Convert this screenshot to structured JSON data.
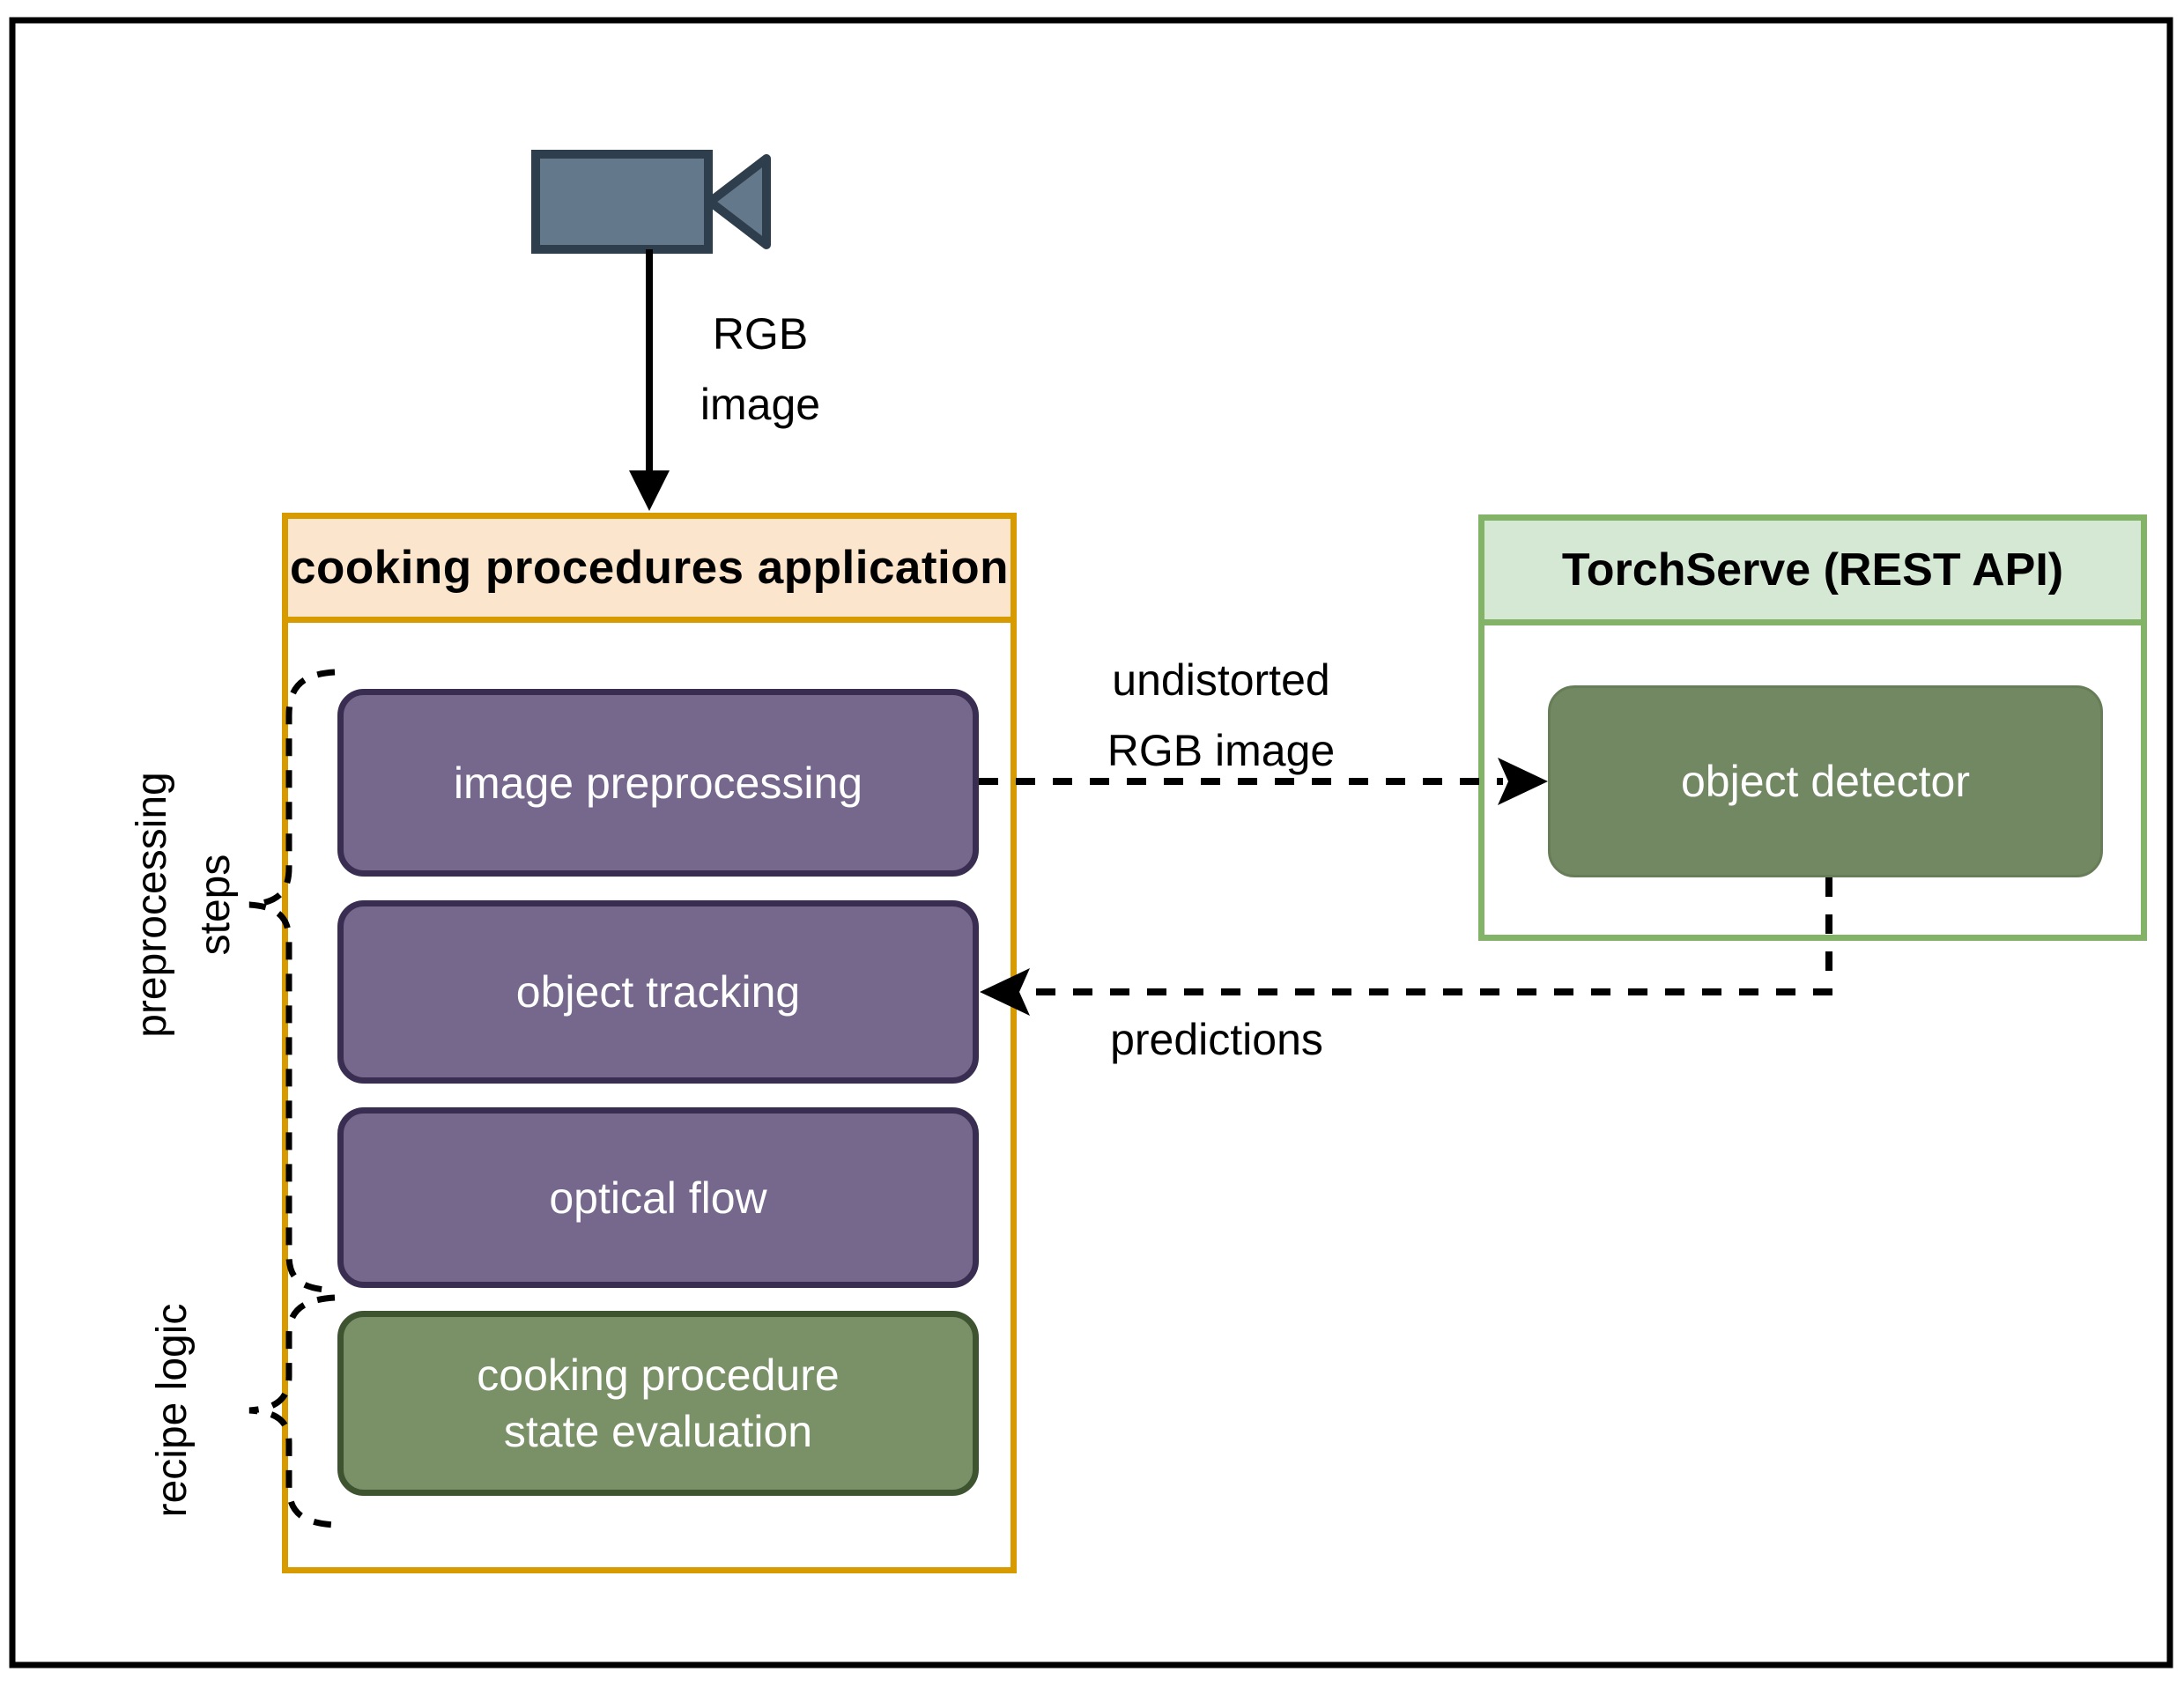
{
  "colors": {
    "app_border": "#D79B00",
    "app_header_fill": "#FCE5CD",
    "purple_fill": "#75688C",
    "purple_stroke": "#3A2D52",
    "sage_fill": "#7A9168",
    "sage_stroke": "#3E5431",
    "detector_fill": "#728862",
    "detector_stroke": "#677D57",
    "ts_border": "#82B366",
    "ts_header_fill": "#D5E8D4",
    "camera_fill": "#64788B",
    "camera_stroke": "#2F3E4C",
    "line_color": "#000000"
  },
  "camera": {
    "icon": "video-camera-icon",
    "label_lines": [
      "RGB",
      "image"
    ]
  },
  "app": {
    "title": "cooking procedures application",
    "boxes": [
      {
        "label": "image preprocessing"
      },
      {
        "label": "object tracking"
      },
      {
        "label": "optical flow"
      },
      {
        "label_lines": [
          "cooking procedure",
          "state evaluation"
        ]
      }
    ]
  },
  "torchserve": {
    "title": "TorchServe (REST API)",
    "detector_label": "object detector"
  },
  "edges": {
    "undistorted_lines": [
      "undistorted",
      "RGB image"
    ],
    "predictions": "predictions"
  },
  "groups": [
    {
      "label_lines": [
        "preprocessing",
        "steps"
      ]
    },
    {
      "label_lines": [
        "recipe logic"
      ]
    }
  ]
}
